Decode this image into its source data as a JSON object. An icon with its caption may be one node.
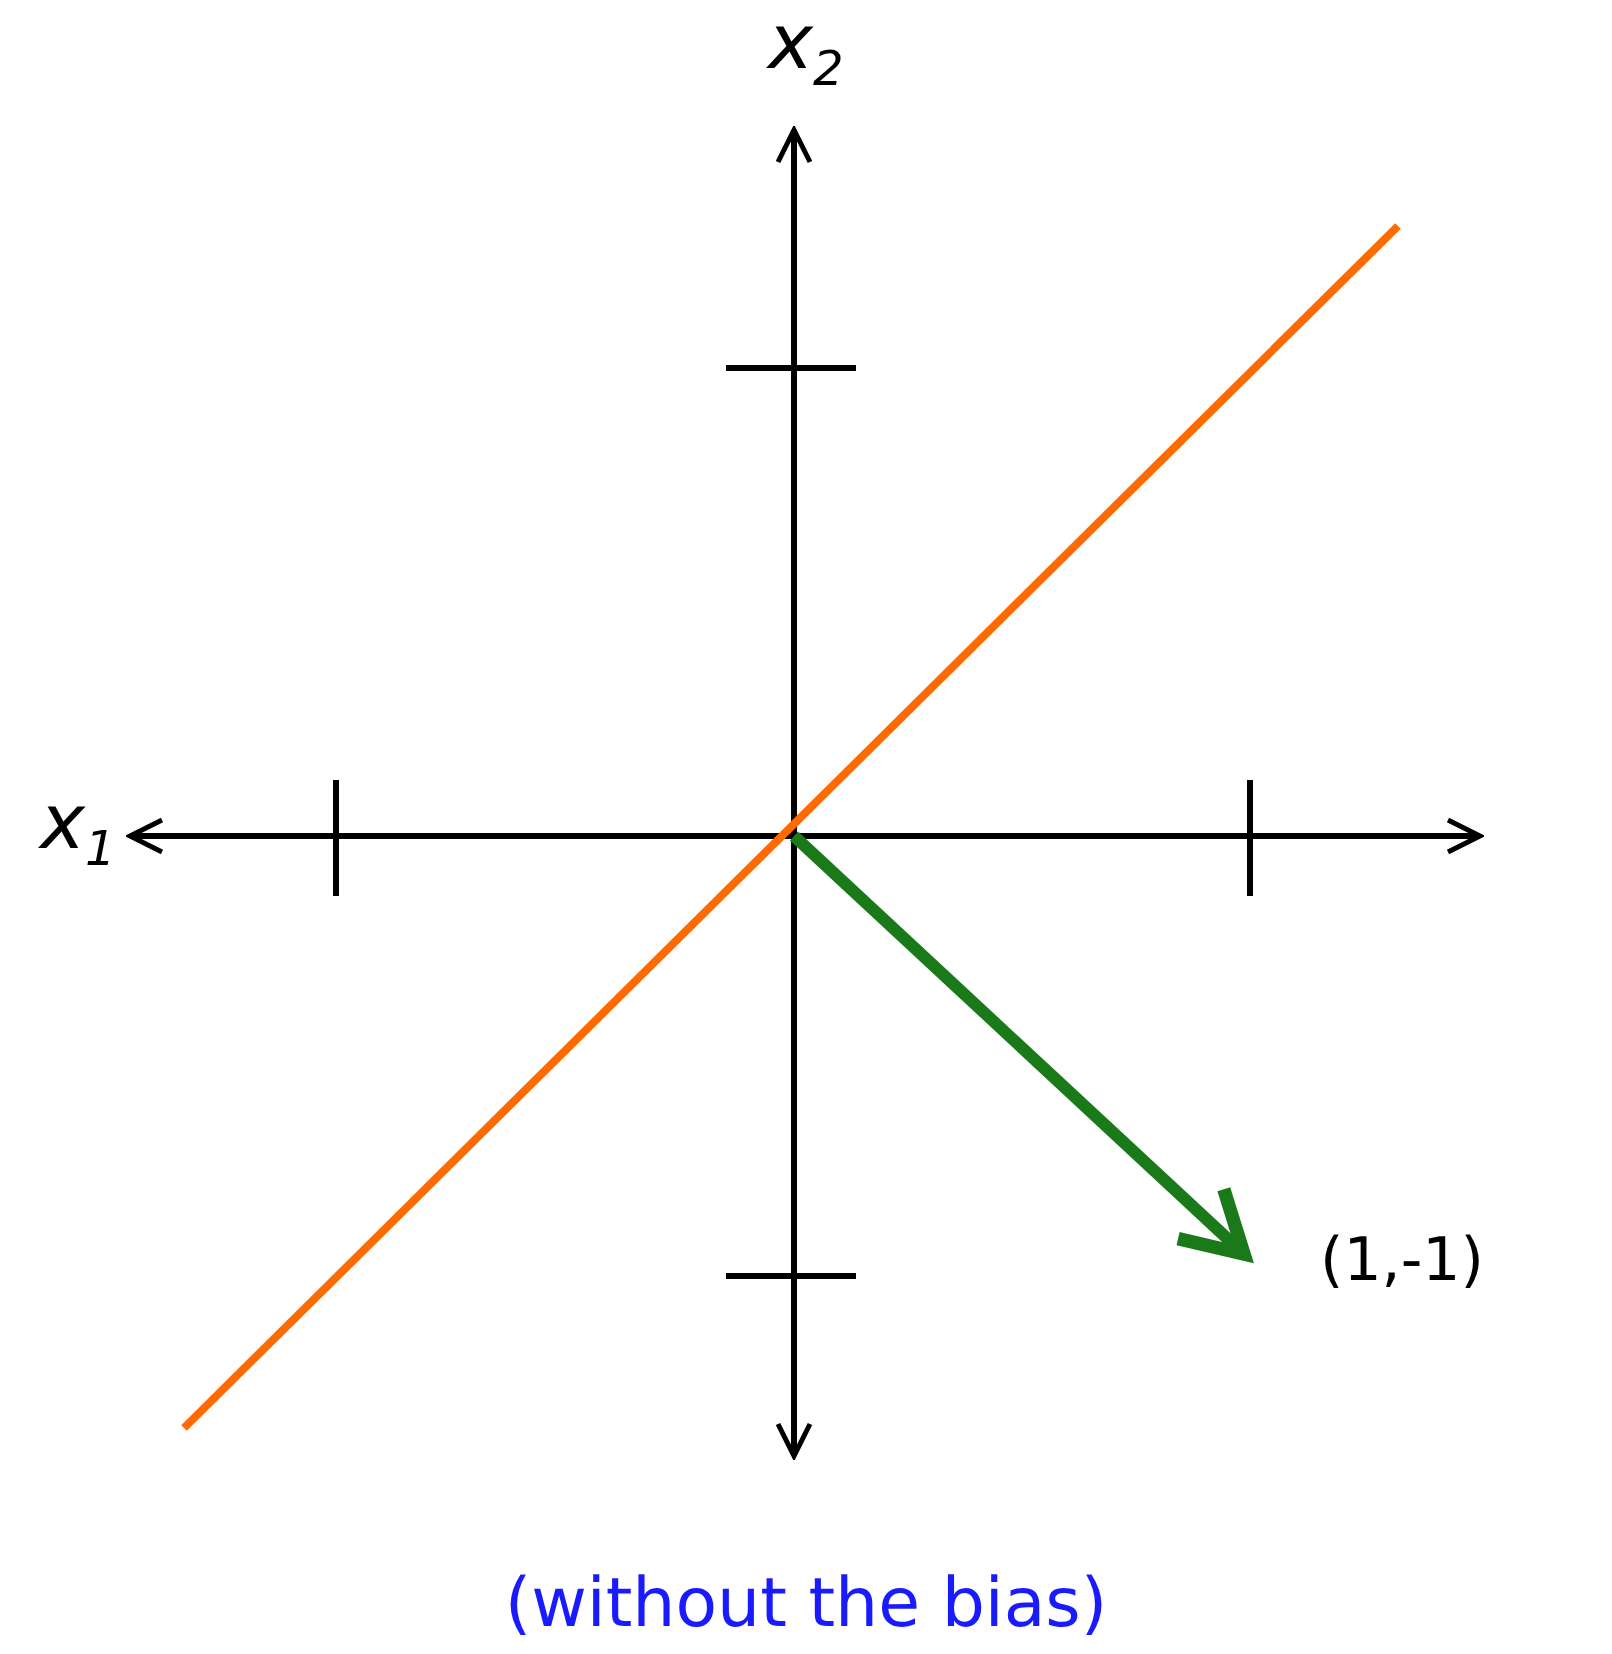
{
  "diagram": {
    "caption": "(without the bias)",
    "labels": [
      "x$_{2}$",
      "x$_{1}$",
      "(1,-1)"
    ]
  }
}
